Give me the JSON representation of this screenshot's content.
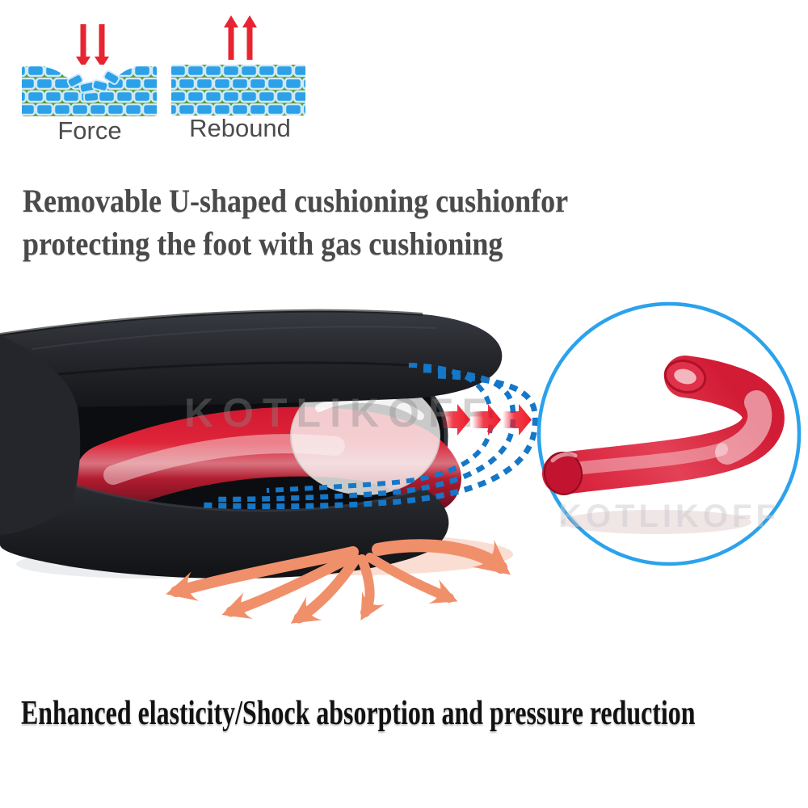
{
  "page": {
    "background": "#ffffff"
  },
  "force_rebound_diagram": {
    "force_label": "Force",
    "rebound_label": "Rebound",
    "arrow_color": "#e72430",
    "brick_color": "#2ca1e8",
    "brick_edge_color": "#cfe9f8",
    "base_color": "#5b9e33",
    "label_color": "#4c4c4c"
  },
  "headline": {
    "line1": "Removable U-shaped cushioning cushionfor",
    "line2": "protecting the foot with gas cushioning",
    "color": "#4a4a4a"
  },
  "product": {
    "watermark": "KOTLIKOFF",
    "colors": {
      "insole_black": "#1d1f23",
      "gel_red": "#c01328",
      "clear_gel": "#f5f3f1",
      "flow_arc_blue": "#1577c8",
      "impact_arrow_red": "#ee1c2c",
      "airflow_orange": "#f0906b",
      "inset_ring_blue": "#2ba2ec"
    },
    "icons": {
      "force_arrows": "double-down-arrows",
      "rebound_arrows": "double-up-arrows",
      "impact_arrows": "triple-right-arrows",
      "flow_arcs": "dashed-rebound-arcs",
      "airflow": "radiating-air-arrows"
    }
  },
  "footer": {
    "text": "Enhanced elasticity/Shock absorption and pressure reduction",
    "color": "#121212"
  }
}
